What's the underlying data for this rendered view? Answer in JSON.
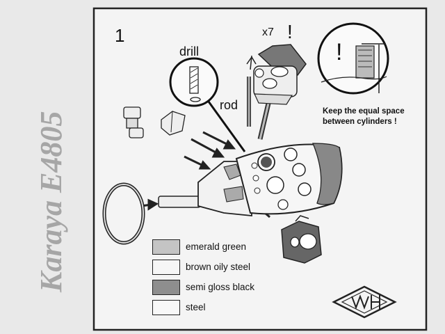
{
  "watermark": {
    "text": "Karaya E4805",
    "color": "#a6a6a6"
  },
  "sheet": {
    "step_number": "1",
    "labels": {
      "drill": "drill",
      "rod": "rod",
      "x7": "x7",
      "warn": "!"
    },
    "inset_note": "Keep the equal space between cylinders !",
    "inset_warn": "!"
  },
  "legend": [
    {
      "label": "emerald green",
      "color": "#c4c4c4"
    },
    {
      "label": "brown oily steel",
      "color": "#f6f6f6"
    },
    {
      "label": "semi gloss black",
      "color": "#8e8e8e"
    },
    {
      "label": "steel",
      "color": "#f8f8f8"
    }
  ],
  "icons": {
    "logo": "diamond-wh-logo-icon",
    "drill": "drill-bit-icon",
    "ring": "ring-part-icon",
    "engine": "engine-assembly-icon"
  }
}
